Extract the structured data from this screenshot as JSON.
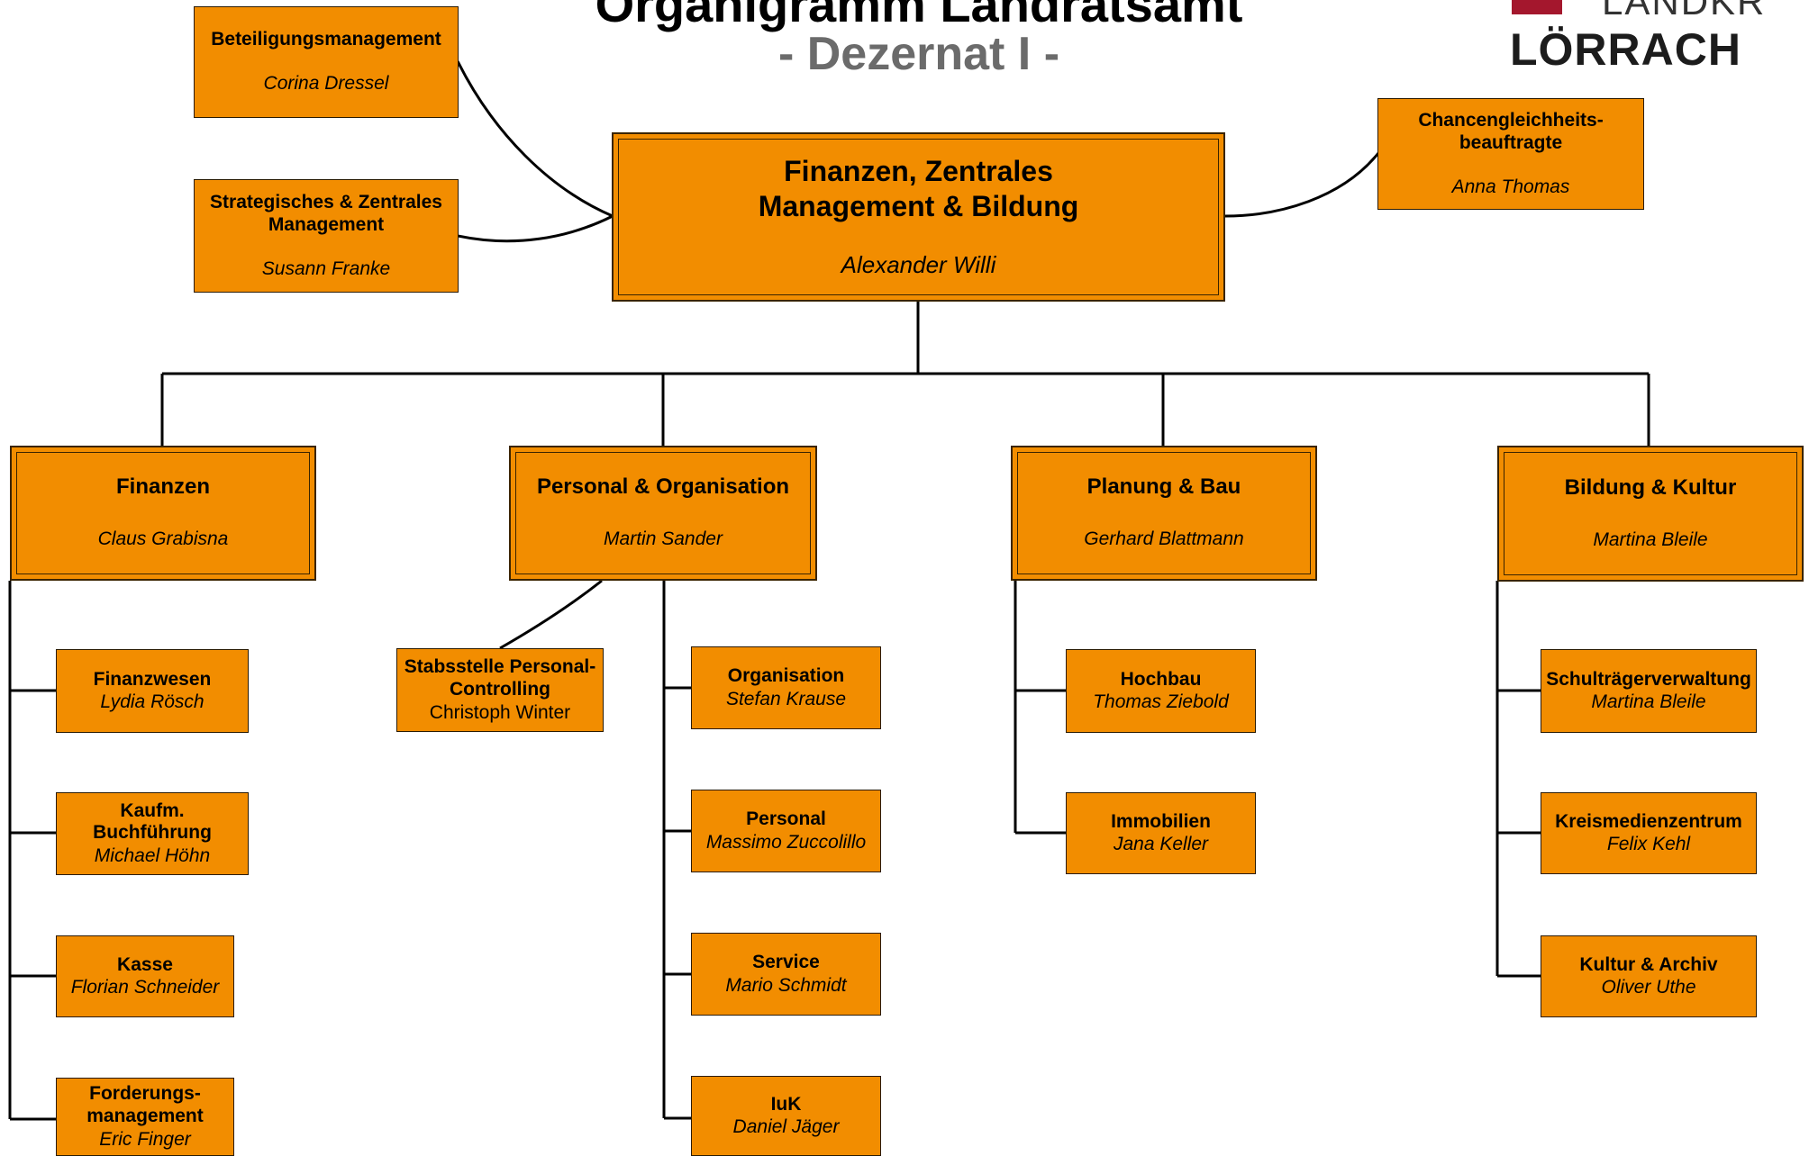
{
  "header": {
    "title": "Organigramm Landratsamt",
    "subtitle": "- Dezernat I -"
  },
  "logo": {
    "top_text": "LANDKR",
    "name": "LÖRRACH",
    "color": "#a4172d"
  },
  "colors": {
    "box_fill": "#f28d00",
    "line": "#000000",
    "subtitle": "#6b6b6b"
  },
  "head": {
    "title": "Finanzen, Zentrales Management & Bildung",
    "person": "Alexander Willi"
  },
  "staff": {
    "beteiligung": {
      "title": "Beteiligungsmanagement",
      "person": "Corina Dressel"
    },
    "strategie": {
      "title": "Strategisches & Zentrales Management",
      "person": "Susann Franke"
    },
    "chancen": {
      "title": "Chancengleichheits-beauftragte",
      "person": "Anna Thomas"
    }
  },
  "departments": {
    "finanzen": {
      "title": "Finanzen",
      "person": "Claus Grabisna",
      "units": [
        {
          "title": "Finanzwesen",
          "person": "Lydia Rösch"
        },
        {
          "title": "Kaufm. Buchführung",
          "person": "Michael Höhn"
        },
        {
          "title": "Kasse",
          "person": "Florian Schneider"
        },
        {
          "title": "Forderungs-management",
          "person": "Eric Finger"
        }
      ]
    },
    "personal": {
      "title": "Personal & Organisation",
      "person": "Martin Sander",
      "stab": {
        "title": "Stabsstelle Personal-Controlling",
        "person": "Christoph Winter"
      },
      "units": [
        {
          "title": "Organisation",
          "person": "Stefan Krause"
        },
        {
          "title": "Personal",
          "person": "Massimo Zuccolillo"
        },
        {
          "title": "Service",
          "person": "Mario Schmidt"
        },
        {
          "title": "IuK",
          "person": "Daniel Jäger"
        }
      ]
    },
    "planung": {
      "title": "Planung & Bau",
      "person": "Gerhard Blattmann",
      "units": [
        {
          "title": "Hochbau",
          "person": "Thomas Ziebold"
        },
        {
          "title": "Immobilien",
          "person": "Jana Keller"
        }
      ]
    },
    "bildung": {
      "title": "Bildung & Kultur",
      "person": "Martina Bleile",
      "units": [
        {
          "title": "Schulträgerverwaltung",
          "person": "Martina Bleile"
        },
        {
          "title": "Kreismedienzentrum",
          "person": "Felix Kehl"
        },
        {
          "title": "Kultur & Archiv",
          "person": "Oliver Uthe"
        }
      ]
    }
  }
}
